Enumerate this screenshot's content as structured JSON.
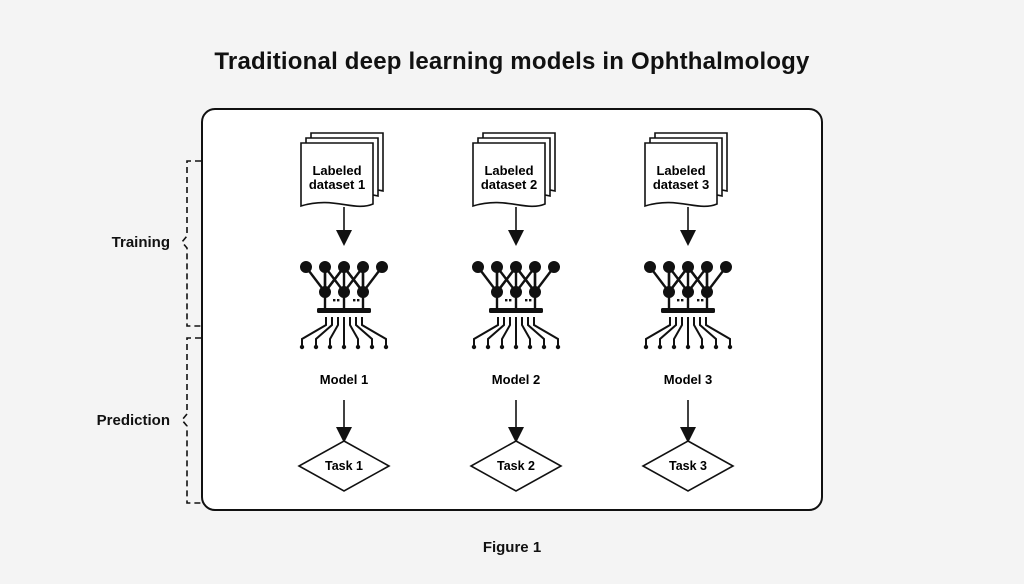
{
  "title": "Traditional deep learning models in Ophthalmology",
  "caption": "Figure 1",
  "phases": {
    "training": "Training",
    "prediction": "Prediction"
  },
  "columns": [
    {
      "dataset_line1": "Labeled",
      "dataset_line2": "dataset 1",
      "model": "Model 1",
      "task": "Task 1"
    },
    {
      "dataset_line1": "Labeled",
      "dataset_line2": "dataset 2",
      "model": "Model 2",
      "task": "Task 2"
    },
    {
      "dataset_line1": "Labeled",
      "dataset_line2": "dataset 3",
      "model": "Model 3",
      "task": "Task 3"
    }
  ],
  "icons": {
    "dataset": "stacked-documents-icon",
    "model": "neural-network-icon",
    "task": "diamond-decision-shape"
  },
  "colors": {
    "background": "#f4f4f4",
    "panel": "#ffffff",
    "ink": "#111111"
  }
}
